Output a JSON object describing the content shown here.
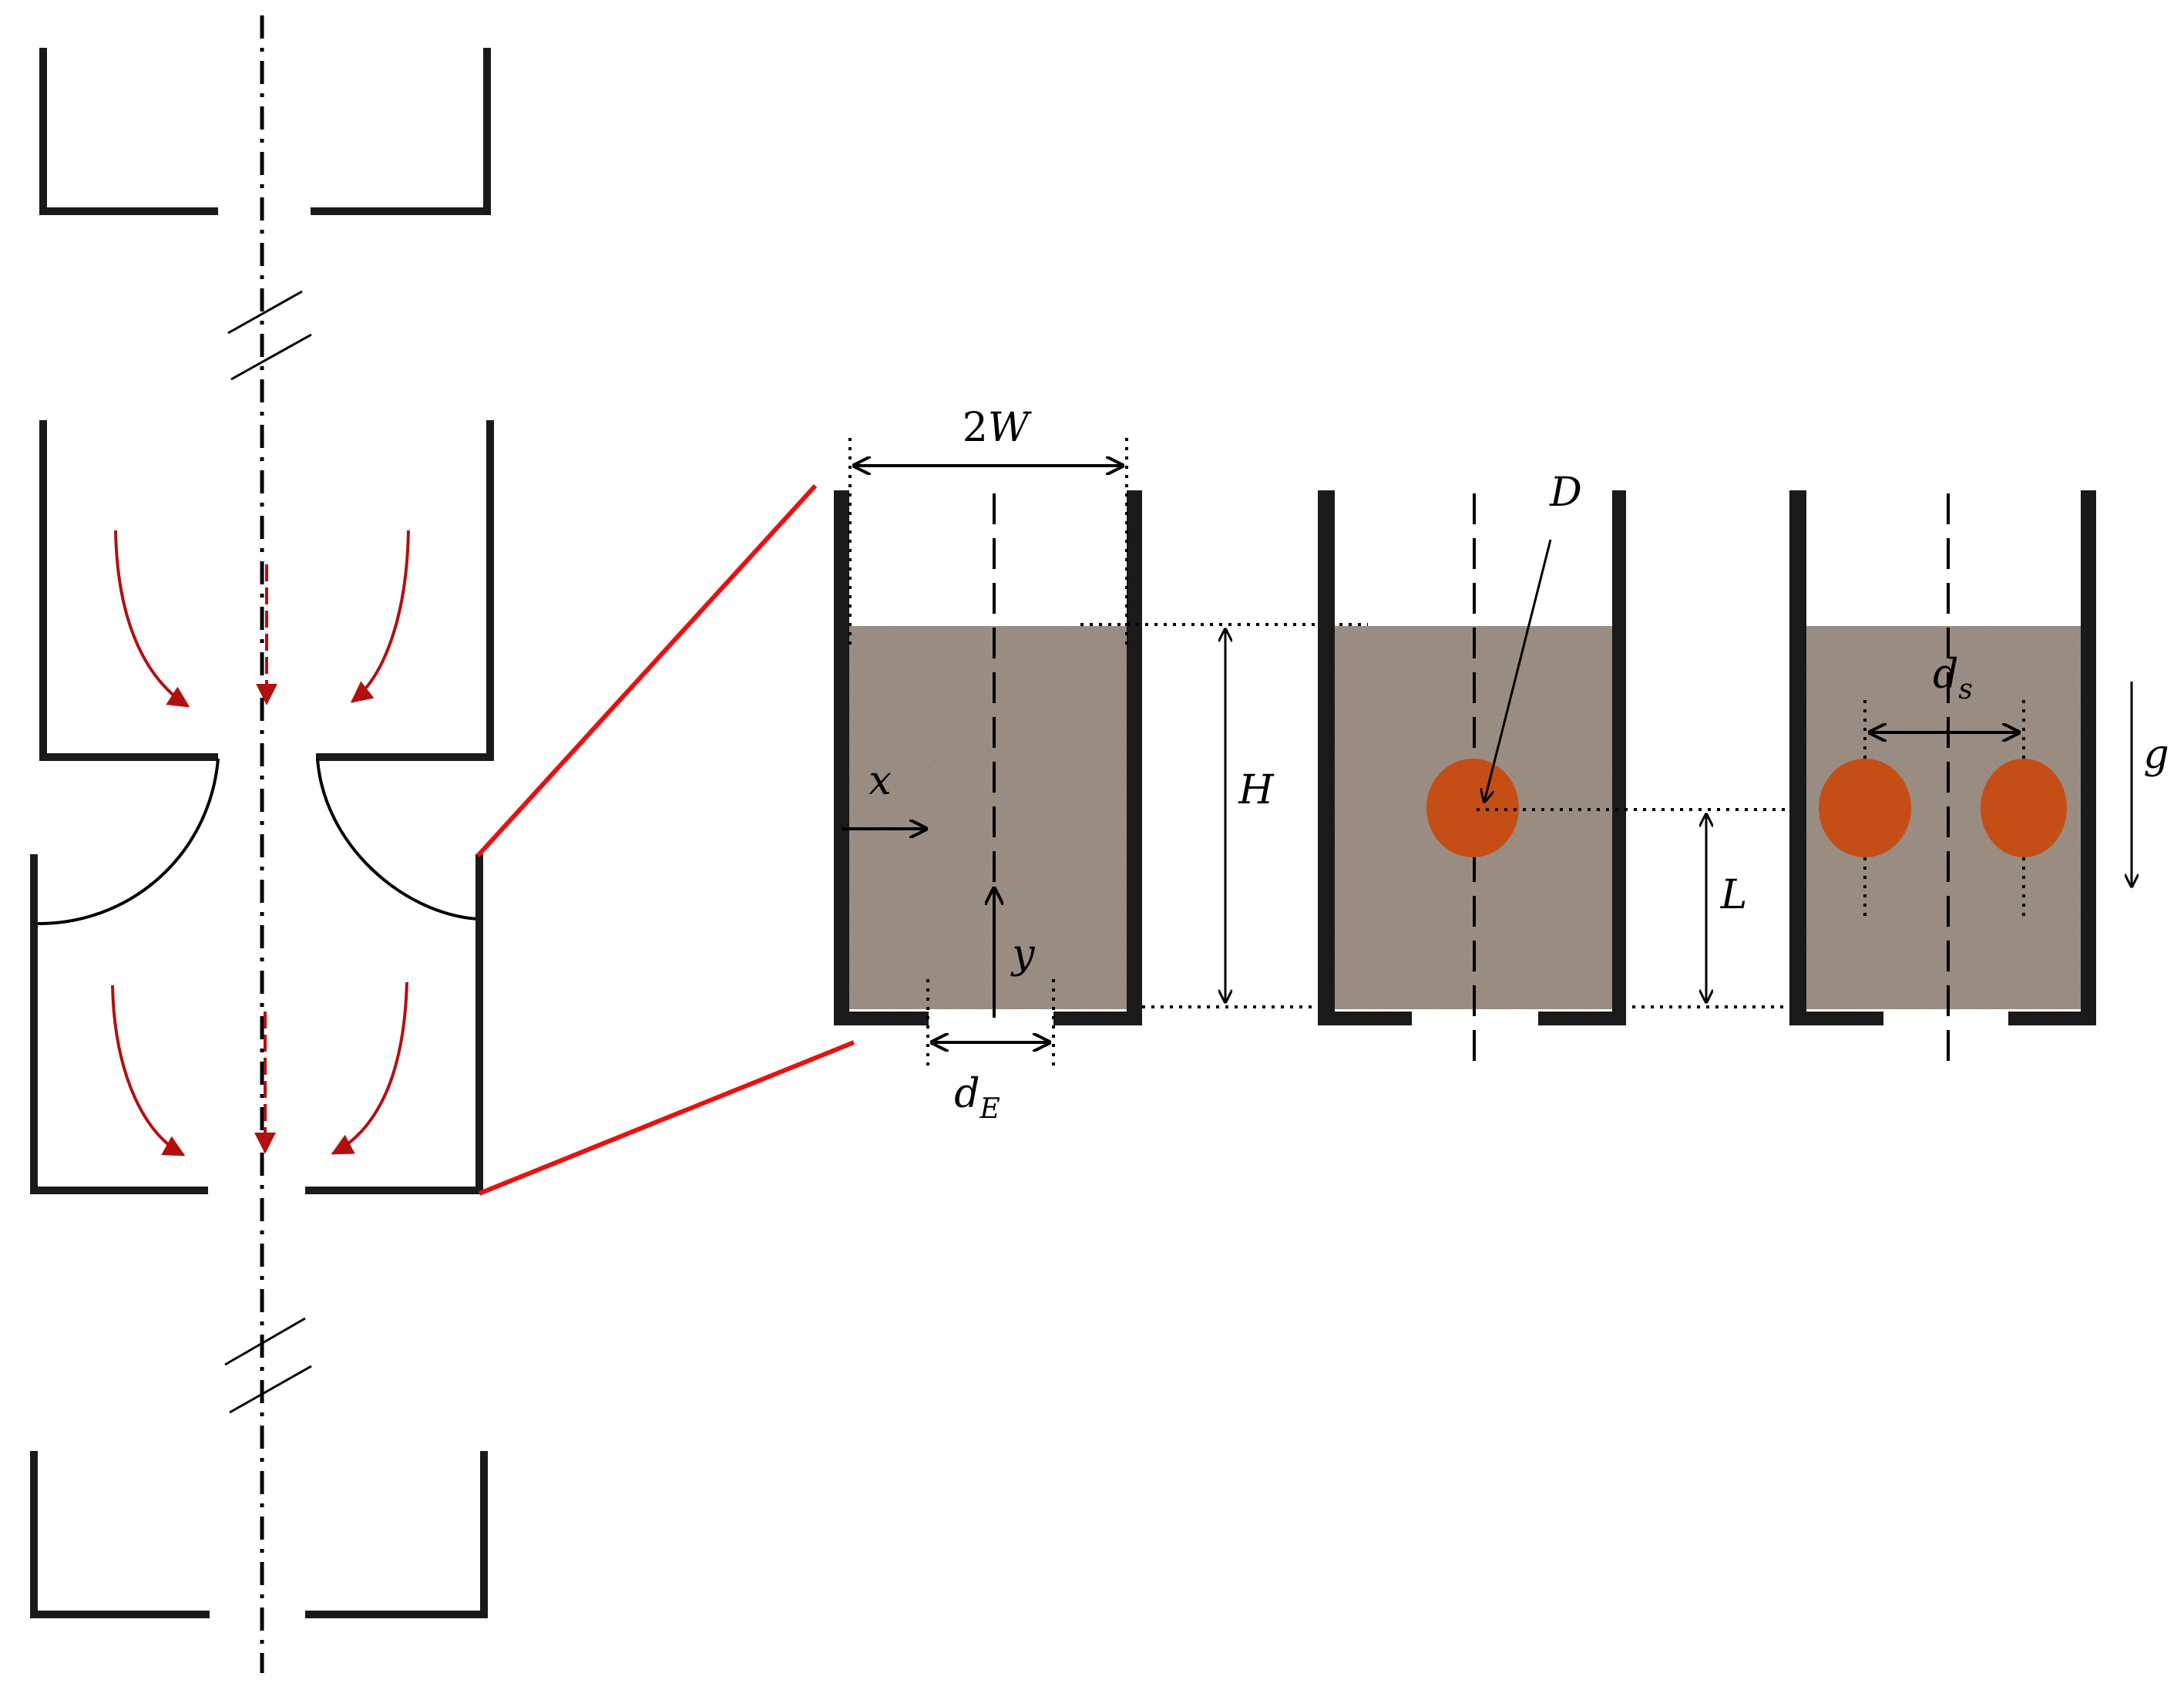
{
  "labels": {
    "width": {
      "coef": "2",
      "var": "W"
    },
    "height": "H",
    "diameter": "D",
    "spacing": {
      "base": "d",
      "sub": "s"
    },
    "exit": {
      "base": "d",
      "sub": "E"
    },
    "x_axis": "x",
    "y_axis": "y",
    "obstacle_height": "L",
    "gravity": "g"
  },
  "colors": {
    "wall": "#1a1a1a",
    "granular_fill": "#a89a8e",
    "obstacle": "#c44e16",
    "flow_arrow": "#b30f0f",
    "zoom_line": "#e81111"
  }
}
